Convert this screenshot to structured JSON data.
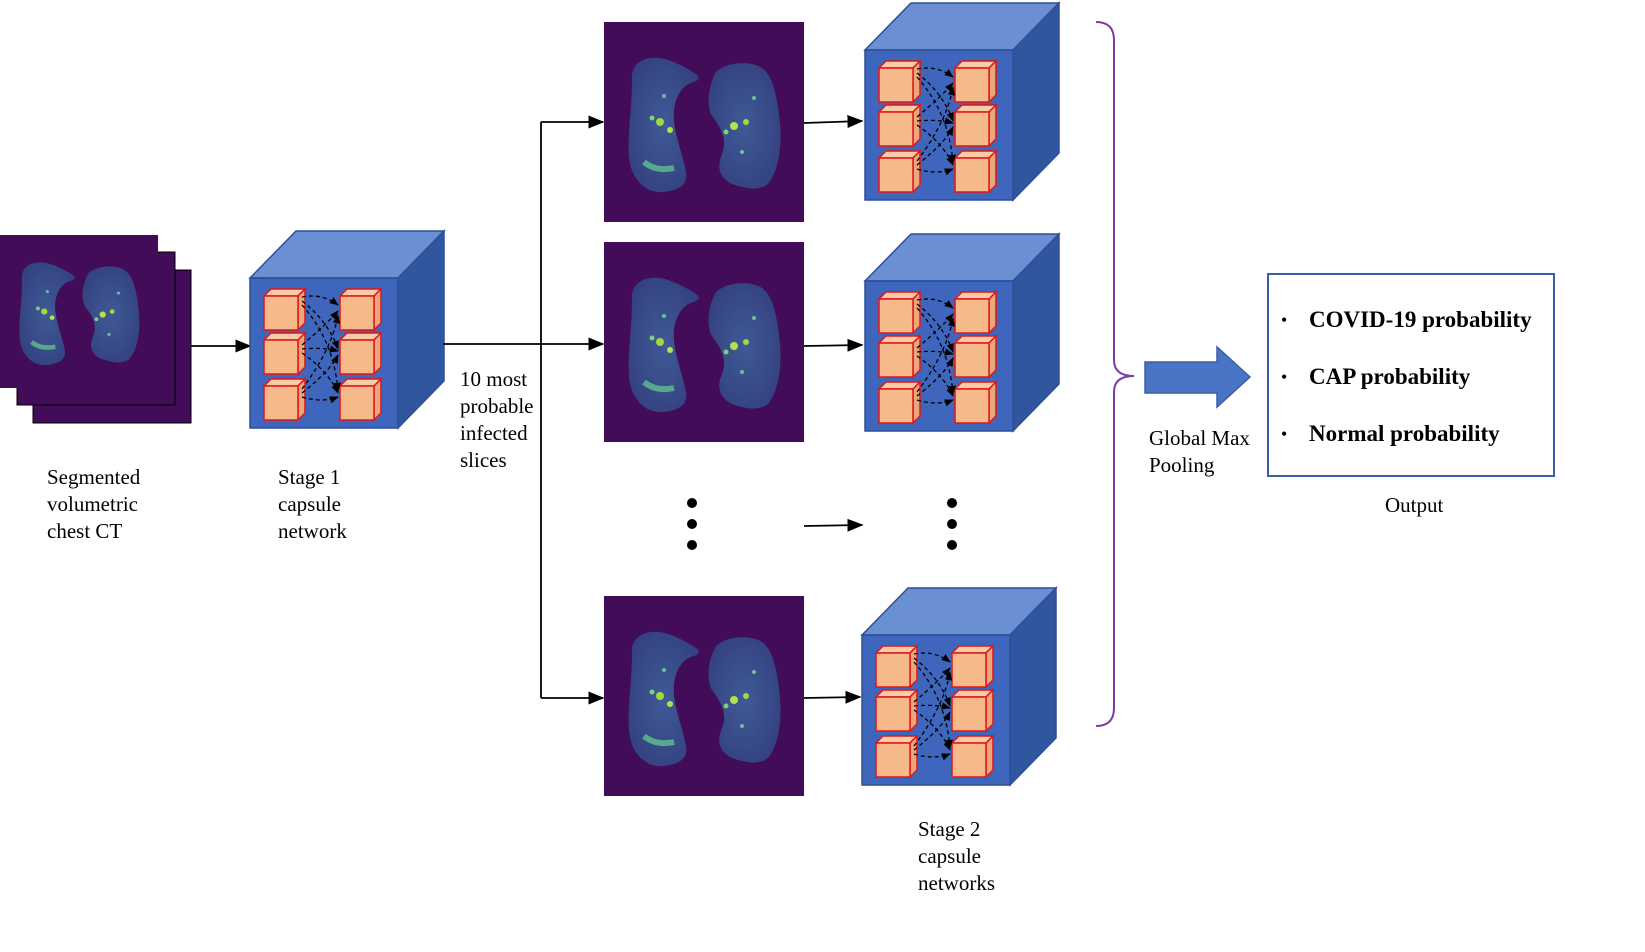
{
  "labels": {
    "input": "Segmented\nvolumetric\nchest CT",
    "stage1": "Stage 1\ncapsule\nnetwork",
    "slices": "10 most\nprobable\ninfected\nslices",
    "stage2": "Stage 2\ncapsule\nnetworks",
    "pooling": "Global Max\nPooling",
    "output": "Output"
  },
  "output_items": [
    "COVID-19 probability",
    "CAP probability",
    "Normal probability"
  ],
  "colors": {
    "ct_background": "#420c58",
    "lung": "#3a4f8c",
    "cube_front": "#3f66bd",
    "cube_top": "#6a8fd3",
    "cube_side": "#30569f",
    "capsule_face": "#f6b98a",
    "capsule_edge": "#e0161a",
    "bracket": "#7b3ea7",
    "pool_arrow": "#4a74c4",
    "output_border": "#3b5ea8"
  }
}
